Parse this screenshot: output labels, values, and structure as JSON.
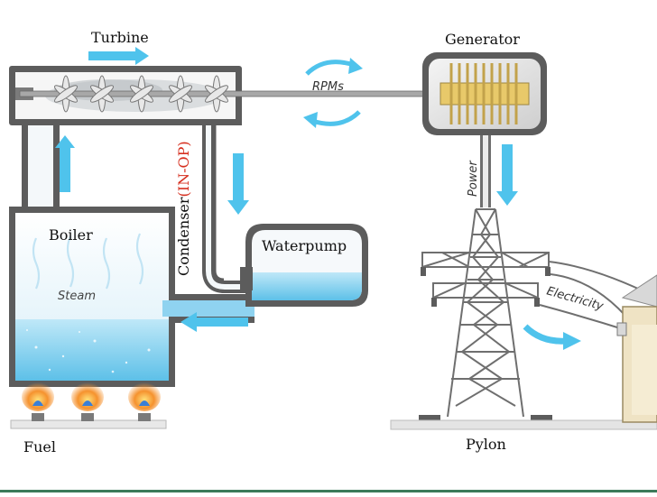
{
  "labels": {
    "turbine": "Turbine",
    "generator": "Generator",
    "rpms": "RPMs",
    "power": "Power",
    "boiler": "Boiler",
    "steam": "Steam",
    "condenser": "Condenser",
    "condenser_status": "(IN-OP)",
    "waterpump": "Waterpump",
    "electricity": "Electricity",
    "fuel": "Fuel",
    "pylon": "Pylon"
  },
  "colors": {
    "pipe": "#5c5c5c",
    "water": "#8fd3f0",
    "arrow": "#4fc3ec",
    "flame": "#f39a3c",
    "status": "#d63020",
    "steel": "#6f6f6f",
    "coil": "#e2c36a"
  },
  "icons": {
    "flow_arrows": "arrow-icon",
    "rotation": "rotation-arrows-icon",
    "burners": "burner-flame-icon",
    "house": "house-icon"
  }
}
